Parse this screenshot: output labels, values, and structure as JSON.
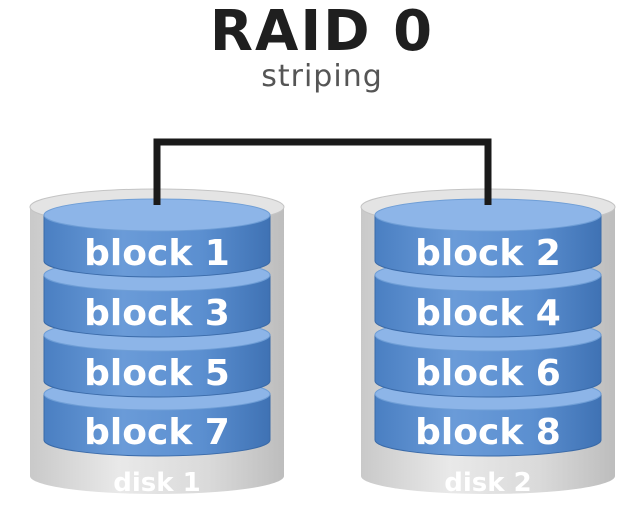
{
  "title": "RAID 0",
  "subtitle": "striping",
  "colors": {
    "block_fill": "#5b8fd0",
    "block_top": "#8db5e8",
    "block_text": "#ffffff",
    "disk_body": "#dcdcdc",
    "disk_text": "#ffffff",
    "connector": "#1a1a1a"
  },
  "disks": [
    {
      "label": "disk 1",
      "blocks": [
        "block 1",
        "block 3",
        "block 5",
        "block 7"
      ]
    },
    {
      "label": "disk 2",
      "blocks": [
        "block 2",
        "block 4",
        "block 6",
        "block 8"
      ]
    }
  ]
}
